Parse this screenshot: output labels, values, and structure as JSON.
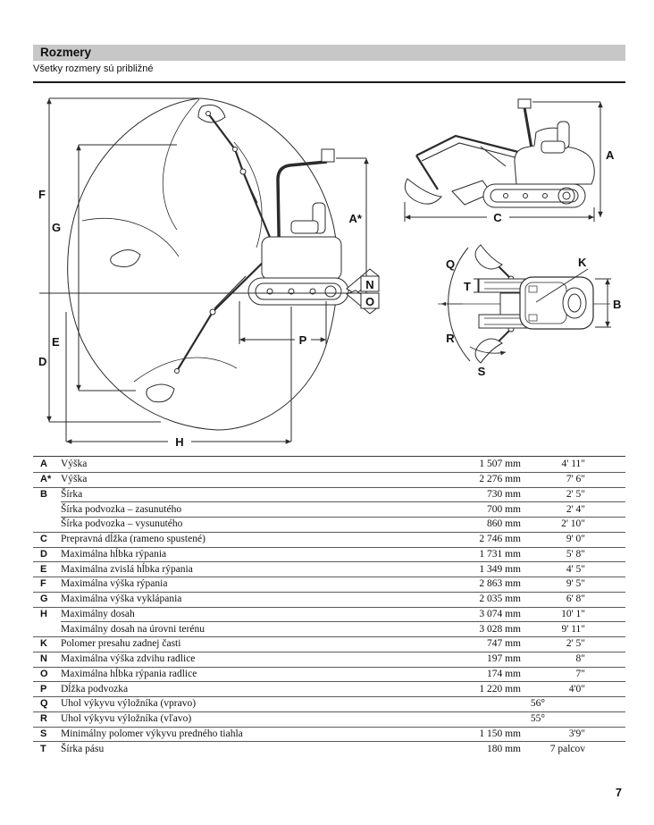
{
  "page": {
    "number": "7"
  },
  "header": {
    "title": "Rozmery",
    "subtitle": "Všetky rozmery sú približné"
  },
  "colors": {
    "title_bar_bg": "#c7c7c7",
    "line": "#2b2b2b",
    "text": "#111111"
  },
  "diagrams": {
    "side": {
      "F": "F",
      "G": "G",
      "E": "E",
      "D": "D",
      "A2": "A*",
      "N": "N",
      "O": "O",
      "P": "P",
      "H": "H"
    },
    "transport": {
      "A": "A",
      "C": "C"
    },
    "top": {
      "Q": "Q",
      "T": "T",
      "R": "R",
      "S": "S",
      "K": "K",
      "B": "B"
    }
  },
  "table": {
    "rows": [
      {
        "key": "A",
        "label": "Výška",
        "metric": "1 507 mm",
        "imperial": "4' 11\""
      },
      {
        "key": "A*",
        "label": "Výška",
        "metric": "2 276 mm",
        "imperial": "7' 6\""
      },
      {
        "key": "B",
        "label": "Šírka",
        "metric": "730 mm",
        "imperial": "2' 5\""
      },
      {
        "key": "",
        "label": "Šírka podvozka – zasunutého",
        "metric": "700 mm",
        "imperial": "2' 4\""
      },
      {
        "key": "",
        "label": "Šírka podvozka – vysunutého",
        "metric": "860 mm",
        "imperial": "2' 10\""
      },
      {
        "key": "C",
        "label": "Prepravná dĺžka (rameno spustené)",
        "metric": "2 746 mm",
        "imperial": "9' 0\""
      },
      {
        "key": "D",
        "label": "Maximálna hĺbka rýpania",
        "metric": "1 731 mm",
        "imperial": "5' 8\""
      },
      {
        "key": "E",
        "label": "Maximálna zvislá hĺbka rýpania",
        "metric": "1 349 mm",
        "imperial": "4' 5\""
      },
      {
        "key": "F",
        "label": "Maximálna výška rýpania",
        "metric": "2 863 mm",
        "imperial": "9' 5\""
      },
      {
        "key": "G",
        "label": "Maximálna výška vyklápania",
        "metric": "2 035 mm",
        "imperial": "6' 8\""
      },
      {
        "key": "H",
        "label": "Maximálny dosah",
        "metric": "3 074 mm",
        "imperial": "10' 1\""
      },
      {
        "key": "",
        "label": "Maximálny dosah na úrovni terénu",
        "metric": "3 028 mm",
        "imperial": "9' 11\""
      },
      {
        "key": "K",
        "label": "Polomer presahu zadnej časti",
        "metric": "747 mm",
        "imperial": "2' 5\""
      },
      {
        "key": "N",
        "label": "Maximálna výška zdvihu radlice",
        "metric": "197 mm",
        "imperial": "8\""
      },
      {
        "key": "O",
        "label": "Maximálna hĺbka rýpania radlice",
        "metric": "174 mm",
        "imperial": "7\""
      },
      {
        "key": "P",
        "label": "Dĺžka podvozka",
        "metric": "1 220 mm",
        "imperial": "4'0\""
      },
      {
        "key": "Q",
        "label": "Uhol výkyvu výložníka (vpravo)",
        "angle": "56°"
      },
      {
        "key": "R",
        "label": "Uhol výkyvu výložníka (vľavo)",
        "angle": "55°"
      },
      {
        "key": "S",
        "label": "Minimálny polomer výkyvu predného tiahla",
        "metric": "1 150 mm",
        "imperial": "3'9\""
      },
      {
        "key": "T",
        "label": "Šírka pásu",
        "metric": "180 mm",
        "imperial": "7 palcov"
      }
    ]
  }
}
